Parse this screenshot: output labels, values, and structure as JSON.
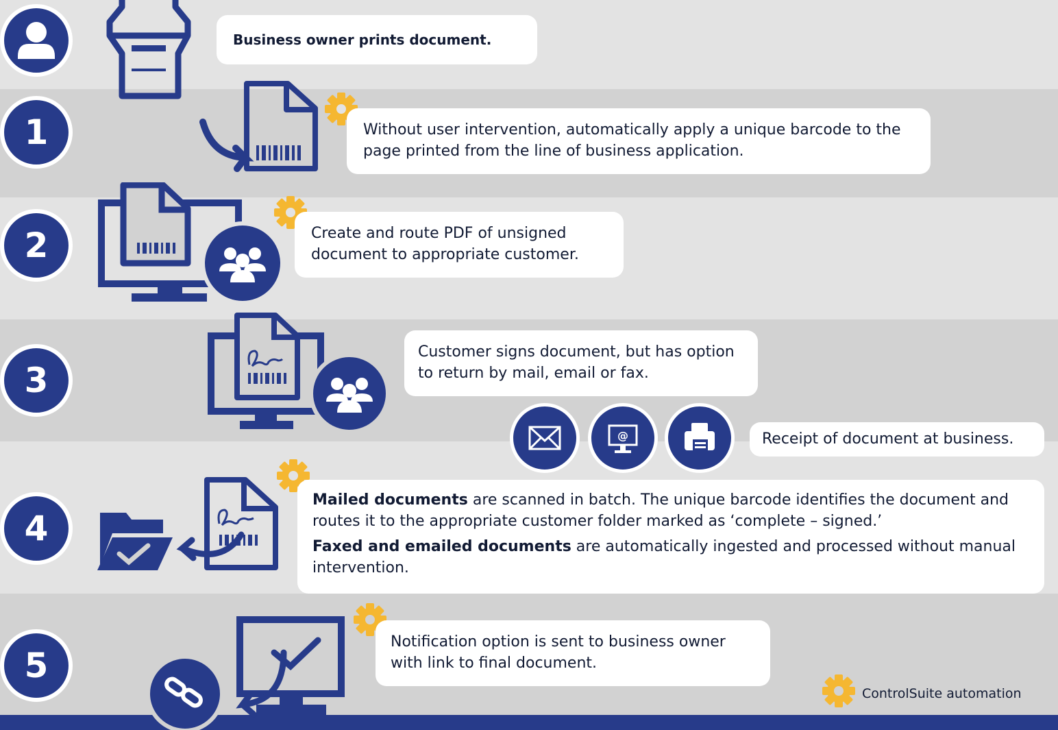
{
  "colors": {
    "primary": "#273b8a",
    "accent": "#f5b731",
    "band_light": "#e3e3e3",
    "band_dark": "#d2d2d2"
  },
  "steps": [
    {
      "number": "",
      "icon": "user-icon",
      "text": "Business owner prints document."
    },
    {
      "number": "1",
      "text": "Without user intervention, automatically apply a unique barcode to the page printed from the line of business application."
    },
    {
      "number": "2",
      "text": "Create and route PDF of unsigned document to appropriate customer."
    },
    {
      "number": "3",
      "text": "Customer signs document, but has option to return by mail, email or fax."
    },
    {
      "number": "",
      "text": "Receipt of document at business."
    },
    {
      "number": "4",
      "mailed_bold": "Mailed documents",
      "mailed_rest": " are scanned in batch. The unique barcode identifies the document and routes it to the appropriate customer folder marked as ‘complete – signed.’",
      "faxed_bold": "Faxed and emailed documents",
      "faxed_rest": " are automatically ingested and processed without manual intervention."
    },
    {
      "number": "5",
      "text": "Notification option is sent to business owner with link to final document."
    }
  ],
  "legend": {
    "label": "ControlSuite automation",
    "icon": "gear-icon"
  }
}
